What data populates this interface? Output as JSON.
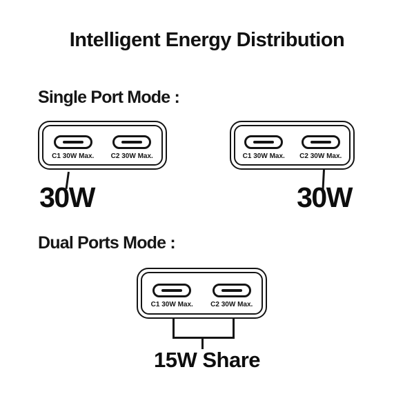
{
  "title": "Intelligent Energy Distribution",
  "colors": {
    "ink": "#141414",
    "background": "#ffffff"
  },
  "icons": {
    "usb_c_port": "stadium-outline-with-center-bar"
  },
  "single_mode": {
    "label": "Single Port Mode :",
    "chargers": [
      {
        "ports": [
          {
            "label": "C1 30W Max."
          },
          {
            "label": "C2 30W Max."
          }
        ],
        "active_port": "C1",
        "output": "30W"
      },
      {
        "ports": [
          {
            "label": "C1 30W Max."
          },
          {
            "label": "C2 30W Max."
          }
        ],
        "active_port": "C2",
        "output": "30W"
      }
    ]
  },
  "dual_mode": {
    "label": "Dual Ports Mode :",
    "charger": {
      "ports": [
        {
          "label": "C1 30W Max."
        },
        {
          "label": "C2 30W Max."
        }
      ]
    },
    "output": "15W Share"
  }
}
